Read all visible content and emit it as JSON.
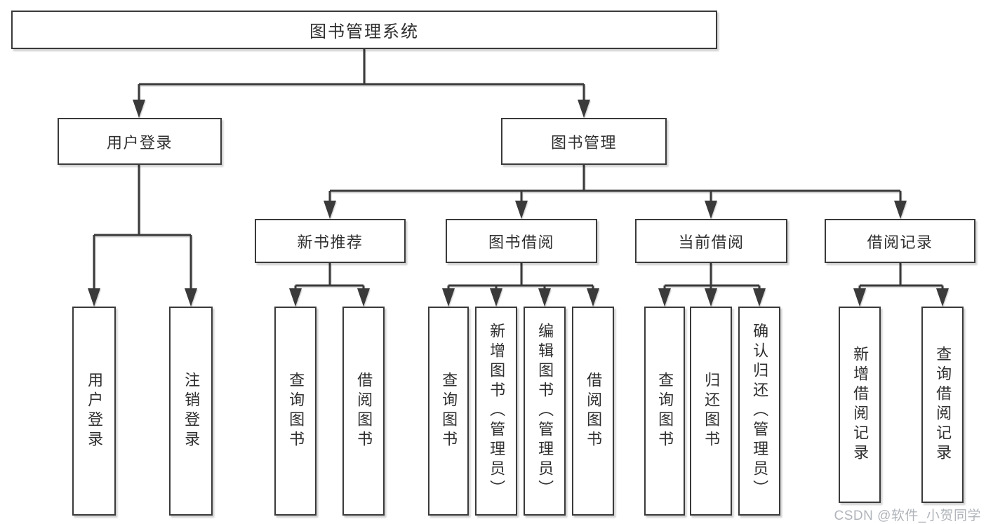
{
  "tree": {
    "label": "图书管理系统",
    "children": [
      {
        "label": "用户登录",
        "children": [
          {
            "label": "用户登录"
          },
          {
            "label": "注销登录"
          }
        ]
      },
      {
        "label": "图书管理",
        "children": [
          {
            "label": "新书推荐",
            "children": [
              {
                "label": "查询图书"
              },
              {
                "label": "借阅图书"
              }
            ]
          },
          {
            "label": "图书借阅",
            "children": [
              {
                "label": "查询图书"
              },
              {
                "label": "新增图书（管理员）"
              },
              {
                "label": "编辑图书（管理员）"
              },
              {
                "label": "借阅图书"
              }
            ]
          },
          {
            "label": "当前借阅",
            "children": [
              {
                "label": "查询图书"
              },
              {
                "label": "归还图书"
              },
              {
                "label": "确认归还（管理员）"
              }
            ]
          },
          {
            "label": "借阅记录",
            "children": [
              {
                "label": "新增借阅记录"
              },
              {
                "label": "查询借阅记录"
              }
            ]
          }
        ]
      }
    ]
  },
  "watermark": {
    "text": "CSDN @软件_小贺同学"
  },
  "colors": {
    "line": "#3a3a3a",
    "box_border": "#3a3a3a",
    "box_bg": "#ffffff",
    "label_text": "#2f2f2f",
    "watermark_text": "#b0b4ba"
  }
}
